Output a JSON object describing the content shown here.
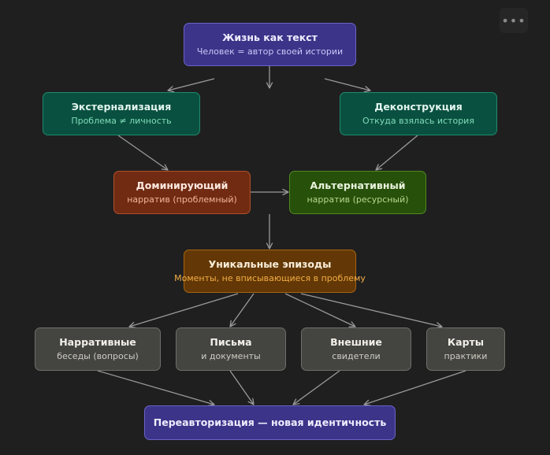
{
  "more_icon": "more-horizontal-icon",
  "nodes": {
    "life": {
      "title": "Жизнь как текст",
      "subtitle": "Человек = автор своей истории"
    },
    "externalization": {
      "title": "Экстернализация",
      "subtitle": "Проблема ≠ личность"
    },
    "deconstruction": {
      "title": "Деконструкция",
      "subtitle": "Откуда взялась история"
    },
    "dominant": {
      "title": "Доминирующий",
      "subtitle": "нарратив (проблемный)"
    },
    "alternative": {
      "title": "Альтернативный",
      "subtitle": "нарратив (ресурсный)"
    },
    "unique": {
      "title": "Уникальные эпизоды",
      "subtitle": "Моменты, не вписывающиеся в проблему"
    },
    "narrative": {
      "title": "Нарративные",
      "subtitle": "беседы (вопросы)"
    },
    "letters": {
      "title": "Письма",
      "subtitle": "и документы"
    },
    "external": {
      "title": "Внешние",
      "subtitle": "свидетели"
    },
    "maps": {
      "title": "Карты",
      "subtitle": "практики"
    },
    "reauthoring": {
      "title": "Переавторизация — новая идентичность"
    }
  },
  "edges": [
    [
      "life",
      "externalization"
    ],
    [
      "life",
      "deconstruction"
    ],
    [
      "externalization",
      "dominant"
    ],
    [
      "deconstruction",
      "alternative"
    ],
    [
      "dominant",
      "alternative"
    ],
    [
      "alternative",
      "unique"
    ],
    [
      "unique",
      "narrative"
    ],
    [
      "unique",
      "letters"
    ],
    [
      "unique",
      "external"
    ],
    [
      "unique",
      "maps"
    ],
    [
      "narrative",
      "reauthoring"
    ],
    [
      "letters",
      "reauthoring"
    ],
    [
      "external",
      "reauthoring"
    ],
    [
      "maps",
      "reauthoring"
    ]
  ]
}
